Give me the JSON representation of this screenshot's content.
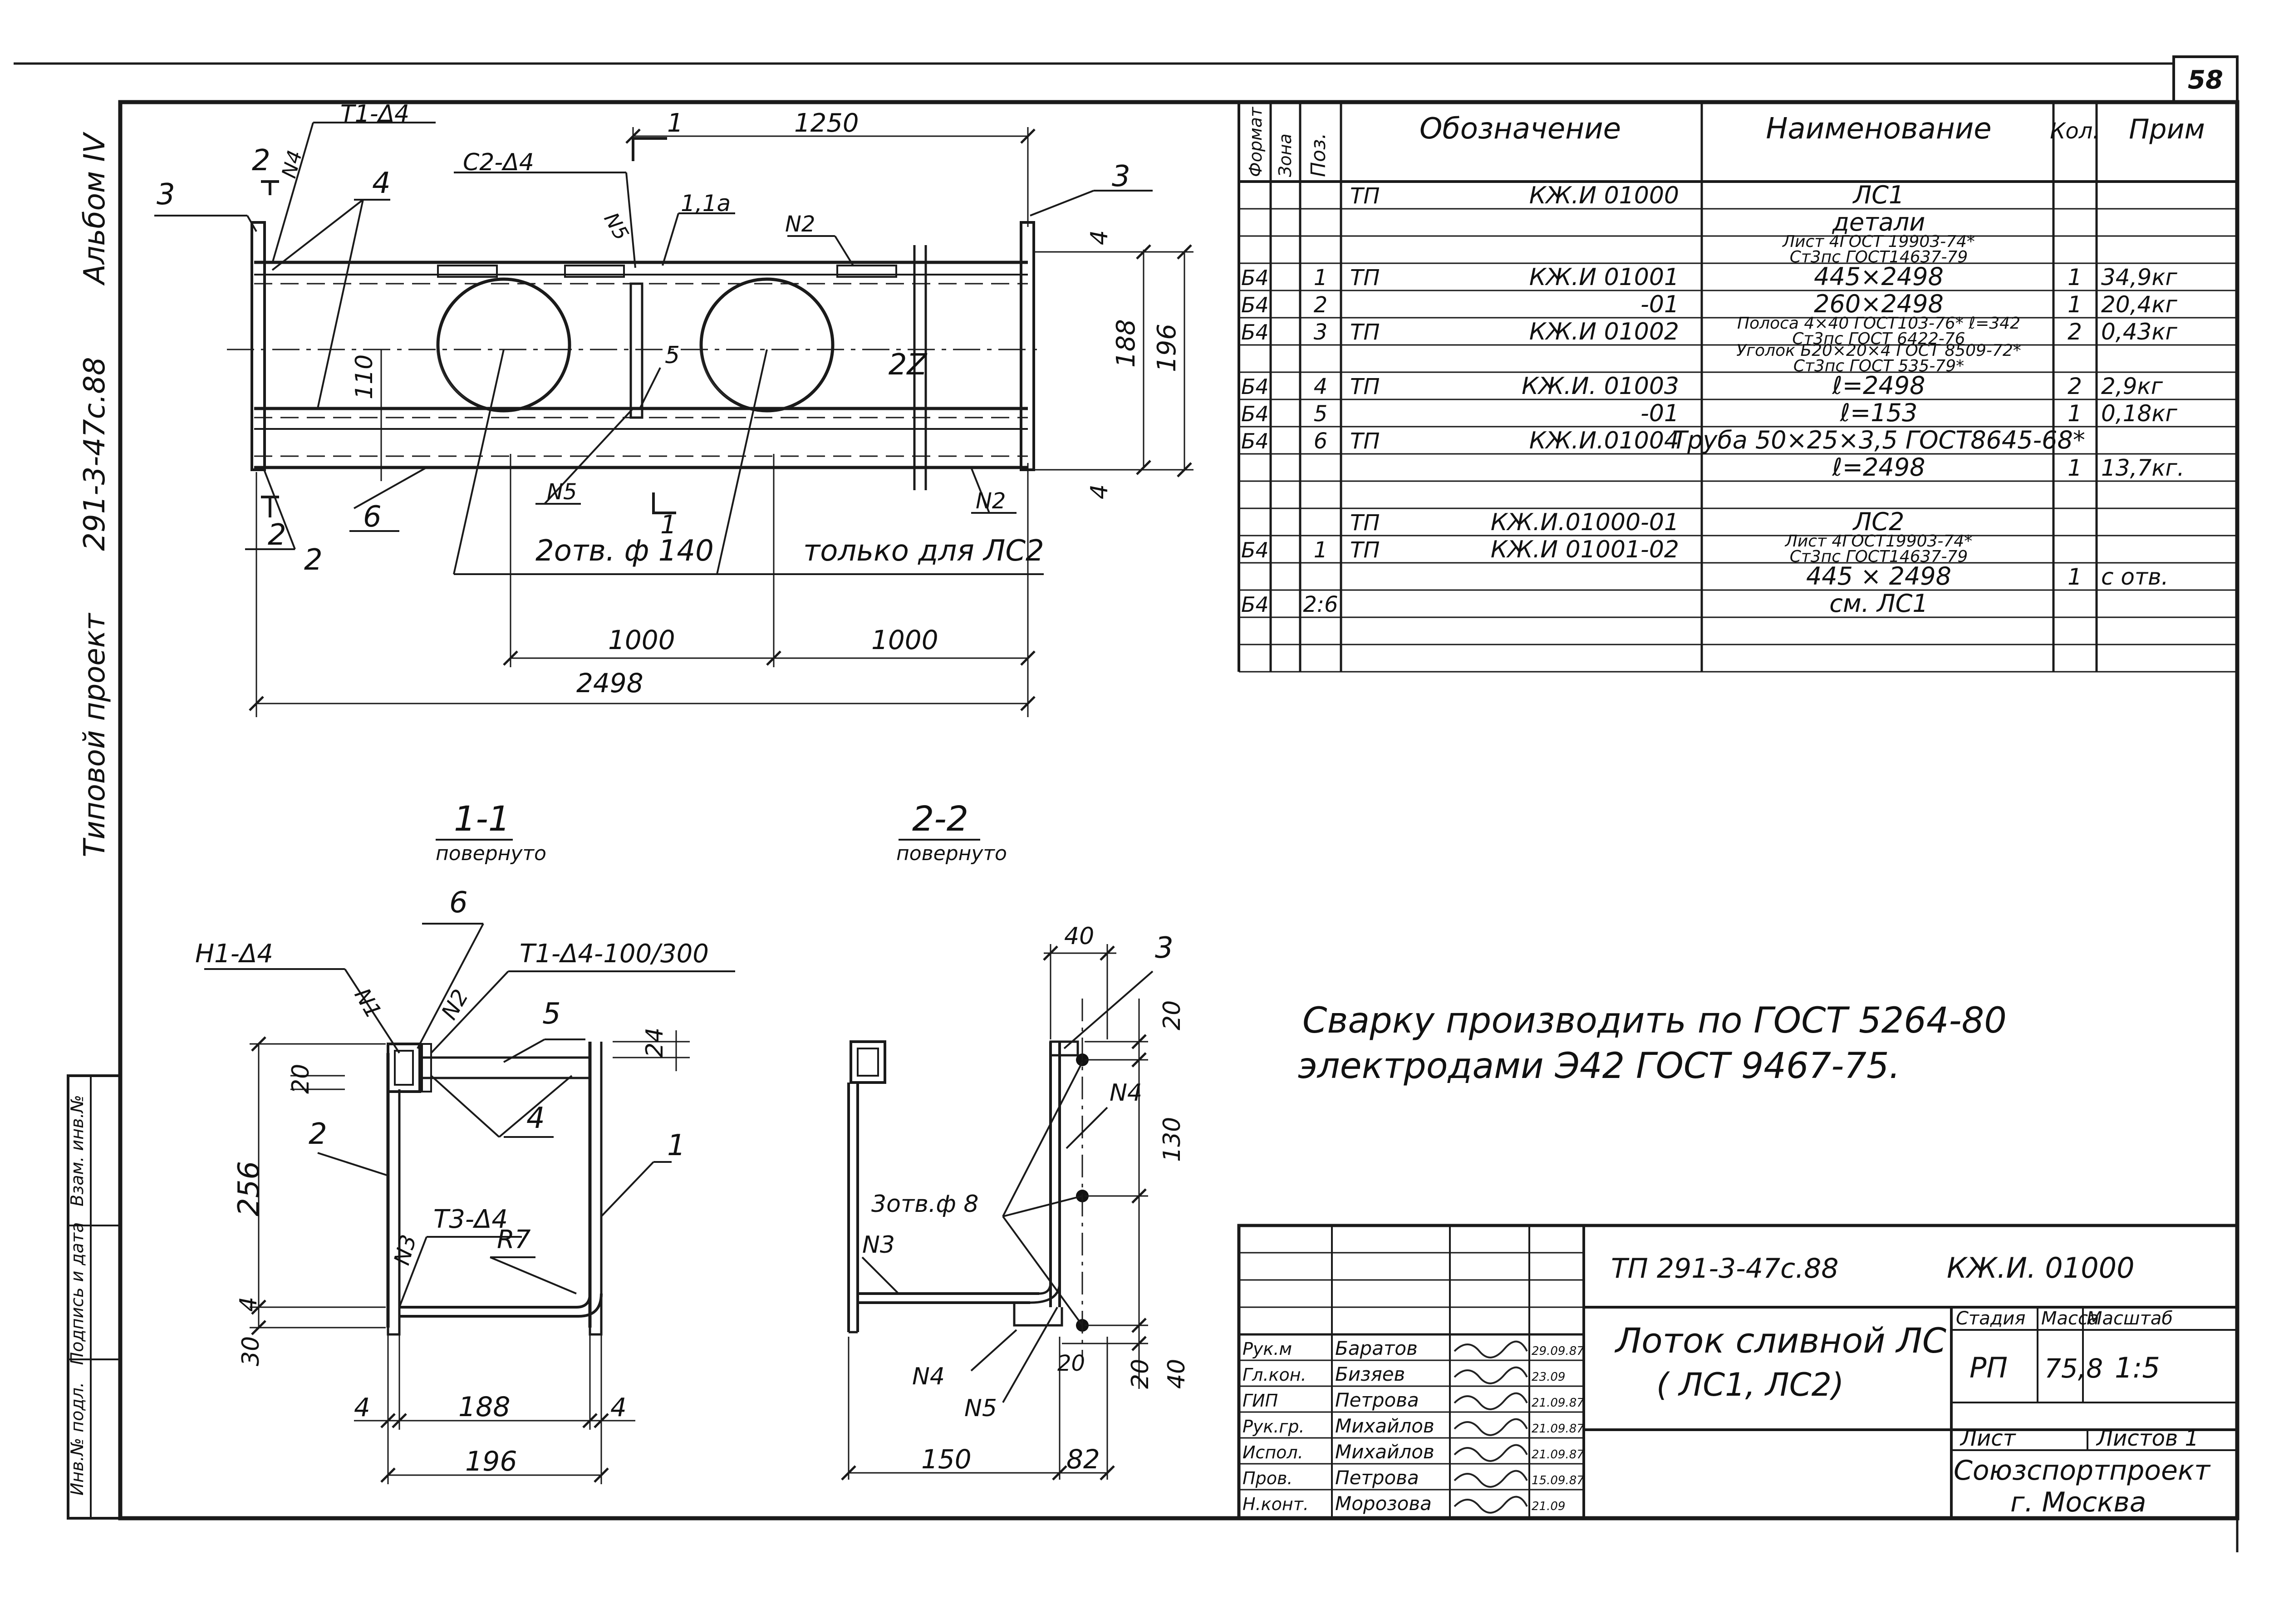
{
  "sheet_number": "58",
  "side_margin": {
    "album": "Альбом IV",
    "project_code": "291-3-47с.88",
    "project_type": "Типовой проект",
    "stamp_boxes": [
      "Инв.№ подл.",
      "Подпись и дата",
      "Взам. инв.№"
    ]
  },
  "plan_view": {
    "labels": {
      "t1_d4": "Т1-Δ4",
      "c2_d4": "С2-Δ4",
      "n4": "N4",
      "n5_top": "N5",
      "n2_top": "N2",
      "n5_bottom": "N5",
      "n2_bottom": "N2",
      "mark_1_1a": "1,1а",
      "section_1_top": "1",
      "section_1_bottom": "1",
      "section_2_top": "2",
      "section_2_bottom": "2",
      "pos_3_left": "3",
      "pos_3_right": "3",
      "pos_4": "4",
      "pos_5": "5",
      "pos_6": "6",
      "pos_2": "2",
      "holes_note": "2отв. ф 140",
      "only_for": "только для ЛС2",
      "break_mark": "2Z"
    },
    "dimensions": {
      "d_1250": "1250",
      "d_110": "110",
      "d_188": "188",
      "d_196": "196",
      "d_4_top": "4",
      "d_4_bottom": "4",
      "d_1000_a": "1000",
      "d_1000_b": "1000",
      "d_2498": "2498"
    }
  },
  "section_1_1": {
    "title": "1-1",
    "subtitle": "повернуто",
    "labels": {
      "pos_6": "6",
      "h1_d4": "Н1-Δ4",
      "t1_d4_100_300": "Т1-Δ4-100/300",
      "n1": "N1",
      "n2": "N2",
      "pos_5": "5",
      "pos_4": "4",
      "pos_2": "2",
      "pos_1": "1",
      "t3_d4": "Т3-Δ4",
      "n3": "N3",
      "r7": "R7"
    },
    "dimensions": {
      "d_20": "20",
      "d_24": "24",
      "d_256": "256",
      "d_4_side": "4",
      "d_30": "30",
      "d_4_left": "4",
      "d_188": "188",
      "d_4_right": "4",
      "d_196": "196"
    }
  },
  "section_2_2": {
    "title": "2-2",
    "subtitle": "повернуто",
    "labels": {
      "pos_3": "3",
      "n4_top": "N4",
      "holes": "3отв.ф 8",
      "n3": "N3",
      "n4_bottom": "N4",
      "n5": "N5"
    },
    "dimensions": {
      "d_40_top": "40",
      "d_20_top": "20",
      "d_130": "130",
      "d_20_bottom": "20",
      "d_40_bottom": "40",
      "d_20_inner": "20",
      "d_150": "150",
      "d_82": "82"
    }
  },
  "spec_table": {
    "headers": [
      "Формат",
      "Зона",
      "Поз.",
      "Обозначение",
      "Наименование",
      "Кол.",
      "Прим"
    ],
    "rows": [
      {
        "fmt": "",
        "zone": "",
        "pos": "",
        "doc": "ТП",
        "code": "КЖ.И 01000",
        "name": "ЛС1",
        "name_sub": "",
        "qty": "",
        "note": ""
      },
      {
        "fmt": "",
        "zone": "",
        "pos": "",
        "doc": "",
        "code": "",
        "name": "детали",
        "name_sub": "",
        "qty": "",
        "note": ""
      },
      {
        "fmt": "",
        "zone": "",
        "pos": "",
        "doc": "",
        "code": "",
        "name": "Лист 4ГОСТ 19903-74*",
        "name_sub": "Ст3пс ГОСТ14637-79",
        "qty": "",
        "note": ""
      },
      {
        "fmt": "Б4",
        "zone": "",
        "pos": "1",
        "doc": "ТП",
        "code": "КЖ.И 01001",
        "name": "445×2498",
        "name_sub": "",
        "qty": "1",
        "note": "34,9кг"
      },
      {
        "fmt": "Б4",
        "zone": "",
        "pos": "2",
        "doc": "",
        "code": "-01",
        "name": "260×2498",
        "name_sub": "",
        "qty": "1",
        "note": "20,4кг"
      },
      {
        "fmt": "Б4",
        "zone": "",
        "pos": "3",
        "doc": "ТП",
        "code": "КЖ.И 01002",
        "name": "Полоса 4×40 ГОСТ103-76* ℓ=342",
        "name_sub": "Ст3пс ГОСТ 6422-76",
        "qty": "2",
        "note": "0,43кг"
      },
      {
        "fmt": "",
        "zone": "",
        "pos": "",
        "doc": "",
        "code": "",
        "name": "Уголок Б20×20×4 ГОСТ 8509-72*",
        "name_sub": "Ст3пс ГОСТ 535-79*",
        "qty": "",
        "note": ""
      },
      {
        "fmt": "Б4",
        "zone": "",
        "pos": "4",
        "doc": "ТП",
        "code": "КЖ.И. 01003",
        "name": "ℓ=2498",
        "name_sub": "",
        "qty": "2",
        "note": "2,9кг"
      },
      {
        "fmt": "Б4",
        "zone": "",
        "pos": "5",
        "doc": "",
        "code": "-01",
        "name": "ℓ=153",
        "name_sub": "",
        "qty": "1",
        "note": "0,18кг"
      },
      {
        "fmt": "Б4",
        "zone": "",
        "pos": "6",
        "doc": "ТП",
        "code": "КЖ.И.01004",
        "name": "Труба 50×25×3,5 ГОСТ8645-68*",
        "name_sub": "",
        "qty": "",
        "note": ""
      },
      {
        "fmt": "",
        "zone": "",
        "pos": "",
        "doc": "",
        "code": "",
        "name": "ℓ=2498",
        "name_sub": "",
        "qty": "1",
        "note": "13,7кг."
      },
      {
        "fmt": "",
        "zone": "",
        "pos": "",
        "doc": "",
        "code": "",
        "name": "",
        "name_sub": "",
        "qty": "",
        "note": ""
      },
      {
        "fmt": "",
        "zone": "",
        "pos": "",
        "doc": "ТП",
        "code": "КЖ.И.01000-01",
        "name": "ЛС2",
        "name_sub": "",
        "qty": "",
        "note": ""
      },
      {
        "fmt": "Б4",
        "zone": "",
        "pos": "1",
        "doc": "ТП",
        "code": "КЖ.И 01001-02",
        "name": "Лист 4ГОСТ19903-74*",
        "name_sub": "Ст3пс ГОСТ14637-79",
        "qty": "",
        "note": ""
      },
      {
        "fmt": "",
        "zone": "",
        "pos": "",
        "doc": "",
        "code": "",
        "name": "445 × 2498",
        "name_sub": "",
        "qty": "1",
        "note": "с отв."
      },
      {
        "fmt": "Б4",
        "zone": "",
        "pos": "2:6",
        "doc": "",
        "code": "",
        "name": "см.   ЛС1",
        "name_sub": "",
        "qty": "",
        "note": ""
      },
      {
        "fmt": "",
        "zone": "",
        "pos": "",
        "doc": "",
        "code": "",
        "name": "",
        "name_sub": "",
        "qty": "",
        "note": ""
      },
      {
        "fmt": "",
        "zone": "",
        "pos": "",
        "doc": "",
        "code": "",
        "name": "",
        "name_sub": "",
        "qty": "",
        "note": ""
      }
    ]
  },
  "welding_note": {
    "line1": "Сварку производить по ГОСТ 5264-80",
    "line2": "электродами Э42 ГОСТ 9467-75."
  },
  "title_block": {
    "project": "ТП 291-3-47с.88",
    "drawing_code": "КЖ.И. 01000",
    "drawing_name_line1": "Лоток сливной ЛС",
    "drawing_name_line2": "( ЛС1, ЛС2)",
    "stage_label": "Стадия",
    "mass_label": "Масса",
    "scale_label": "Масштаб",
    "stage": "РП",
    "mass": "75,8",
    "scale": "1:5",
    "sheet_label": "Лист",
    "sheets_label": "Листов 1",
    "organization": "Союзспортпроект",
    "city": "г. Москва",
    "signatures": [
      {
        "role": "Рук.м",
        "name": "Баратов",
        "date": "29.09.87"
      },
      {
        "role": "Гл.кон.",
        "name": "Бизяев",
        "date": "23.09"
      },
      {
        "role": "ГИП",
        "name": "Петрова",
        "date": "21.09.87"
      },
      {
        "role": "Рук.гр.",
        "name": "Михайлов",
        "date": "21.09.87"
      },
      {
        "role": "Испол.",
        "name": "Михайлов",
        "date": "21.09.87"
      },
      {
        "role": "Пров.",
        "name": "Петрова",
        "date": "15.09.87"
      },
      {
        "role": "Н.конт.",
        "name": "Морозова",
        "date": "21.09"
      }
    ]
  }
}
